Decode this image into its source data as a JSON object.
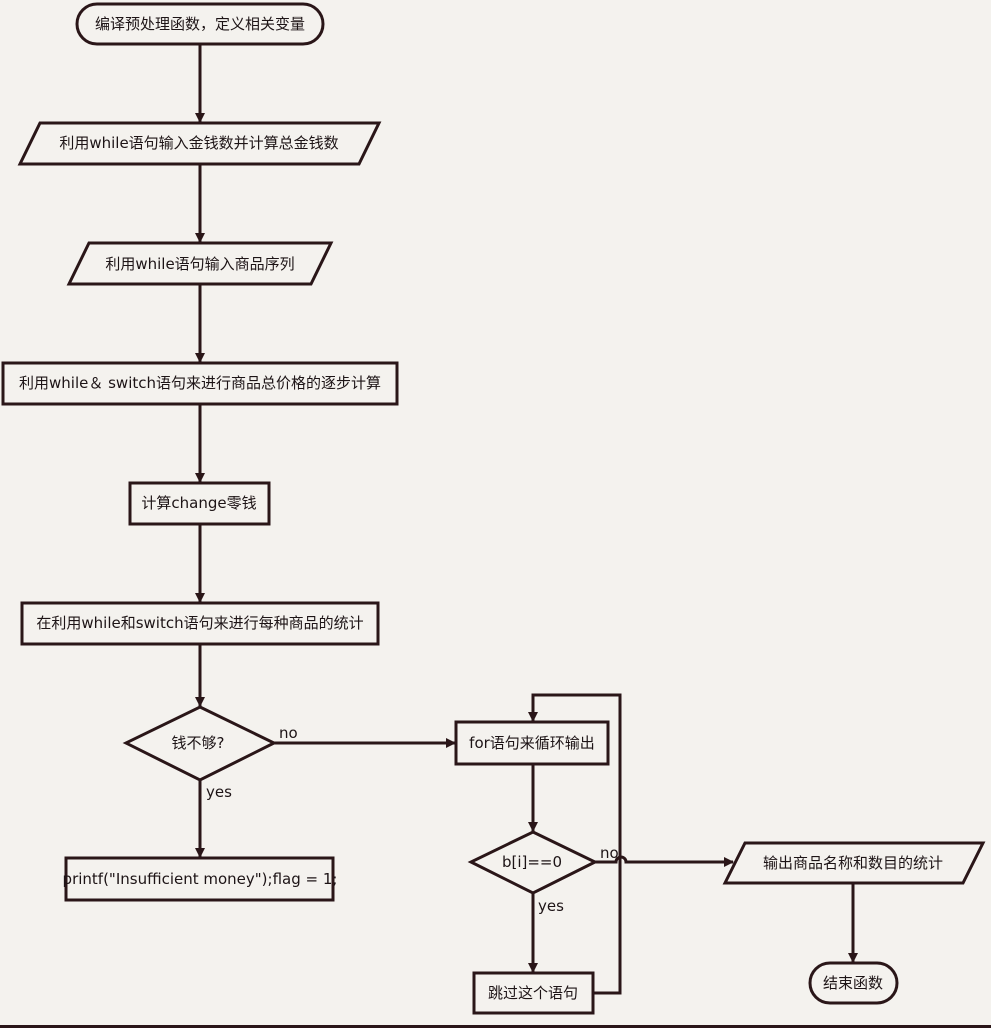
{
  "nodes": {
    "start": "编译预处理函数，定义相关变量",
    "input_money": "利用while语句输入金钱数并计算总金钱数",
    "input_goods": "利用while语句输入商品序列",
    "calc_total": "利用while＆ switch语句来进行商品总价格的逐步计算",
    "calc_change": "计算change零钱",
    "count_goods": "在利用while和switch语句来进行每种商品的统计",
    "decision_money": "钱不够?",
    "insufficient": "printf(\"Insufficient money\");flag = 1;",
    "for_loop": "for语句来循环输出",
    "decision_b": "b[i]==0",
    "skip": "跳过这个语句",
    "output_stats": "输出商品名称和数目的统计",
    "end": "结束函数"
  },
  "edge_labels": {
    "money_no": "no",
    "money_yes": "yes",
    "b_no": "no",
    "b_yes": "yes"
  },
  "colors": {
    "stroke": "#2a1618",
    "background": "#f4f2ee",
    "text": "#1d1416"
  }
}
